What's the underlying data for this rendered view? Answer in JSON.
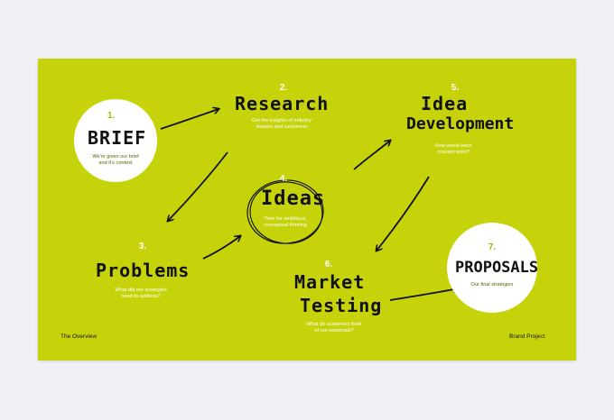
{
  "steps": [
    {
      "number": "1.",
      "title": "BRIEF",
      "desc": [
        "We're given our brief",
        "and it's context"
      ]
    },
    {
      "number": "2.",
      "title": "Research",
      "desc": [
        "Get the insights of industry",
        "leaders and customers"
      ]
    },
    {
      "number": "3.",
      "title": "Problems",
      "desc": [
        "What did our strategies",
        "need to address?"
      ]
    },
    {
      "number": "4.",
      "title": "Ideas",
      "desc": [
        "Time for ambitious,",
        "conceptual thinking"
      ]
    },
    {
      "number": "5.",
      "title_line1": "Idea",
      "title_line2": "Development",
      "desc": [
        "How would each",
        "concept work?"
      ]
    },
    {
      "number": "6.",
      "title_line1": "Market",
      "title_line2": "Testing",
      "desc": [
        "What do customers think",
        "of our proposals?"
      ]
    },
    {
      "number": "7.",
      "title": "PROPOSALS",
      "desc": [
        "Our final strategies"
      ]
    }
  ],
  "footer": {
    "left": "The Overview",
    "right": "Brand Project"
  },
  "colors": {
    "background": "#c6d30b",
    "circle": "#ffffff",
    "ink": "#111111",
    "number_highlight": "#a7b800"
  }
}
